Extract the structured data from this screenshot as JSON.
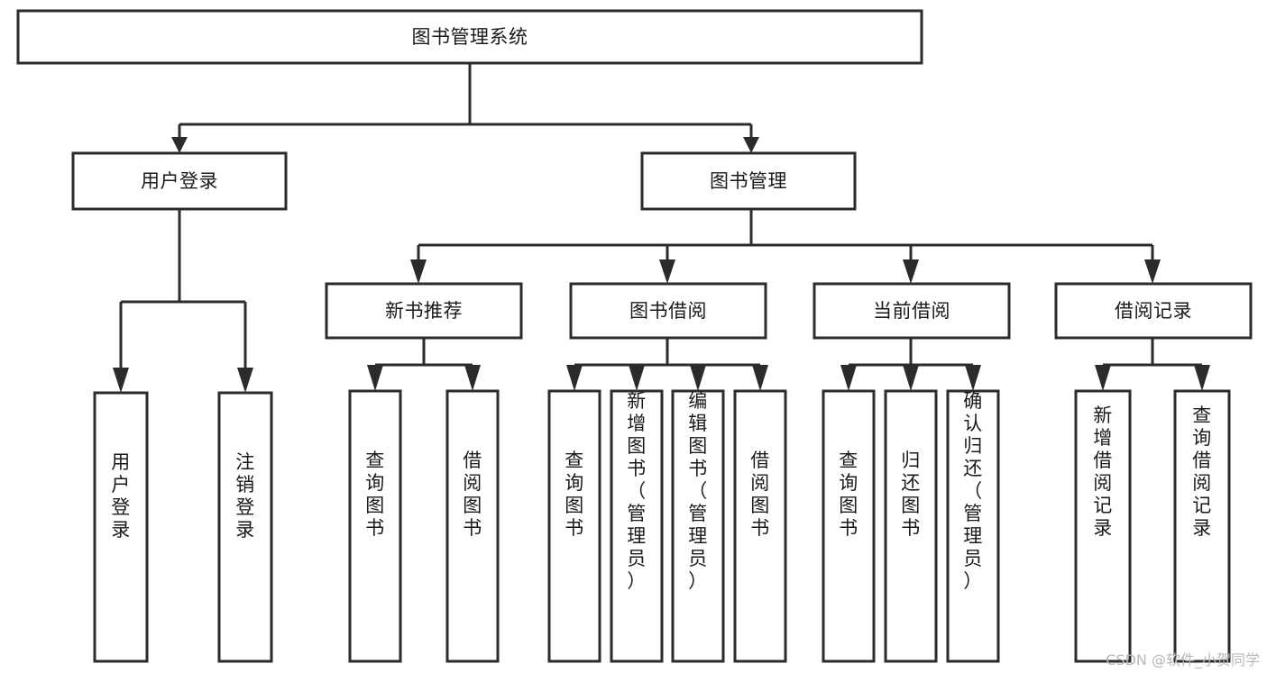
{
  "diagram": {
    "type": "tree",
    "orientation": "top-down",
    "title": "图书管理系统",
    "theme": {
      "box_fill": "#ffffff",
      "box_stroke": "#2b2b2b",
      "text_color": "#1a1a1a",
      "connector_color": "#2b2b2b",
      "background": "#ffffff",
      "watermark_color": "#b8b8b8"
    },
    "root": {
      "id": "root",
      "label": "图书管理系统",
      "text_orientation": "horizontal"
    },
    "level2": [
      {
        "id": "user-login",
        "label": "用户登录",
        "text_orientation": "horizontal"
      },
      {
        "id": "book-management",
        "label": "图书管理",
        "text_orientation": "horizontal"
      }
    ],
    "level3": [
      {
        "id": "new-book-recommend",
        "label": "新书推荐",
        "parent": "book-management",
        "text_orientation": "horizontal"
      },
      {
        "id": "book-borrow",
        "label": "图书借阅",
        "parent": "book-management",
        "text_orientation": "horizontal"
      },
      {
        "id": "current-borrow",
        "label": "当前借阅",
        "parent": "book-management",
        "text_orientation": "horizontal"
      },
      {
        "id": "borrow-record",
        "label": "借阅记录",
        "parent": "book-management",
        "text_orientation": "horizontal"
      }
    ],
    "leaves": [
      {
        "id": "leaf-user-login",
        "label": "用户登录",
        "parent": "user-login",
        "text_orientation": "vertical"
      },
      {
        "id": "leaf-logout-login",
        "label": "注销登录",
        "parent": "user-login",
        "text_orientation": "vertical"
      },
      {
        "id": "leaf-query-book-1",
        "label": "查询图书",
        "parent": "new-book-recommend",
        "text_orientation": "vertical"
      },
      {
        "id": "leaf-borrow-book-1",
        "label": "借阅图书",
        "parent": "new-book-recommend",
        "text_orientation": "vertical"
      },
      {
        "id": "leaf-query-book-2",
        "label": "查询图书",
        "parent": "book-borrow",
        "text_orientation": "vertical"
      },
      {
        "id": "leaf-add-book-admin",
        "label": "新增图书（管理员）",
        "parent": "book-borrow",
        "text_orientation": "vertical"
      },
      {
        "id": "leaf-edit-book-admin",
        "label": "编辑图书（管理员）",
        "parent": "book-borrow",
        "text_orientation": "vertical"
      },
      {
        "id": "leaf-borrow-book-2",
        "label": "借阅图书",
        "parent": "book-borrow",
        "text_orientation": "vertical"
      },
      {
        "id": "leaf-query-book-3",
        "label": "查询图书",
        "parent": "current-borrow",
        "text_orientation": "vertical"
      },
      {
        "id": "leaf-return-book",
        "label": "归还图书",
        "parent": "current-borrow",
        "text_orientation": "vertical"
      },
      {
        "id": "leaf-confirm-return-admin",
        "label": "确认归还（管理员）",
        "parent": "current-borrow",
        "text_orientation": "vertical"
      },
      {
        "id": "leaf-add-borrow-record",
        "label": "新增借阅记录",
        "parent": "borrow-record",
        "text_orientation": "vertical"
      },
      {
        "id": "leaf-query-borrow-record",
        "label": "查询借阅记录",
        "parent": "borrow-record",
        "text_orientation": "vertical"
      }
    ]
  },
  "watermark": {
    "text": "CSDN @软件_小贺同学"
  }
}
